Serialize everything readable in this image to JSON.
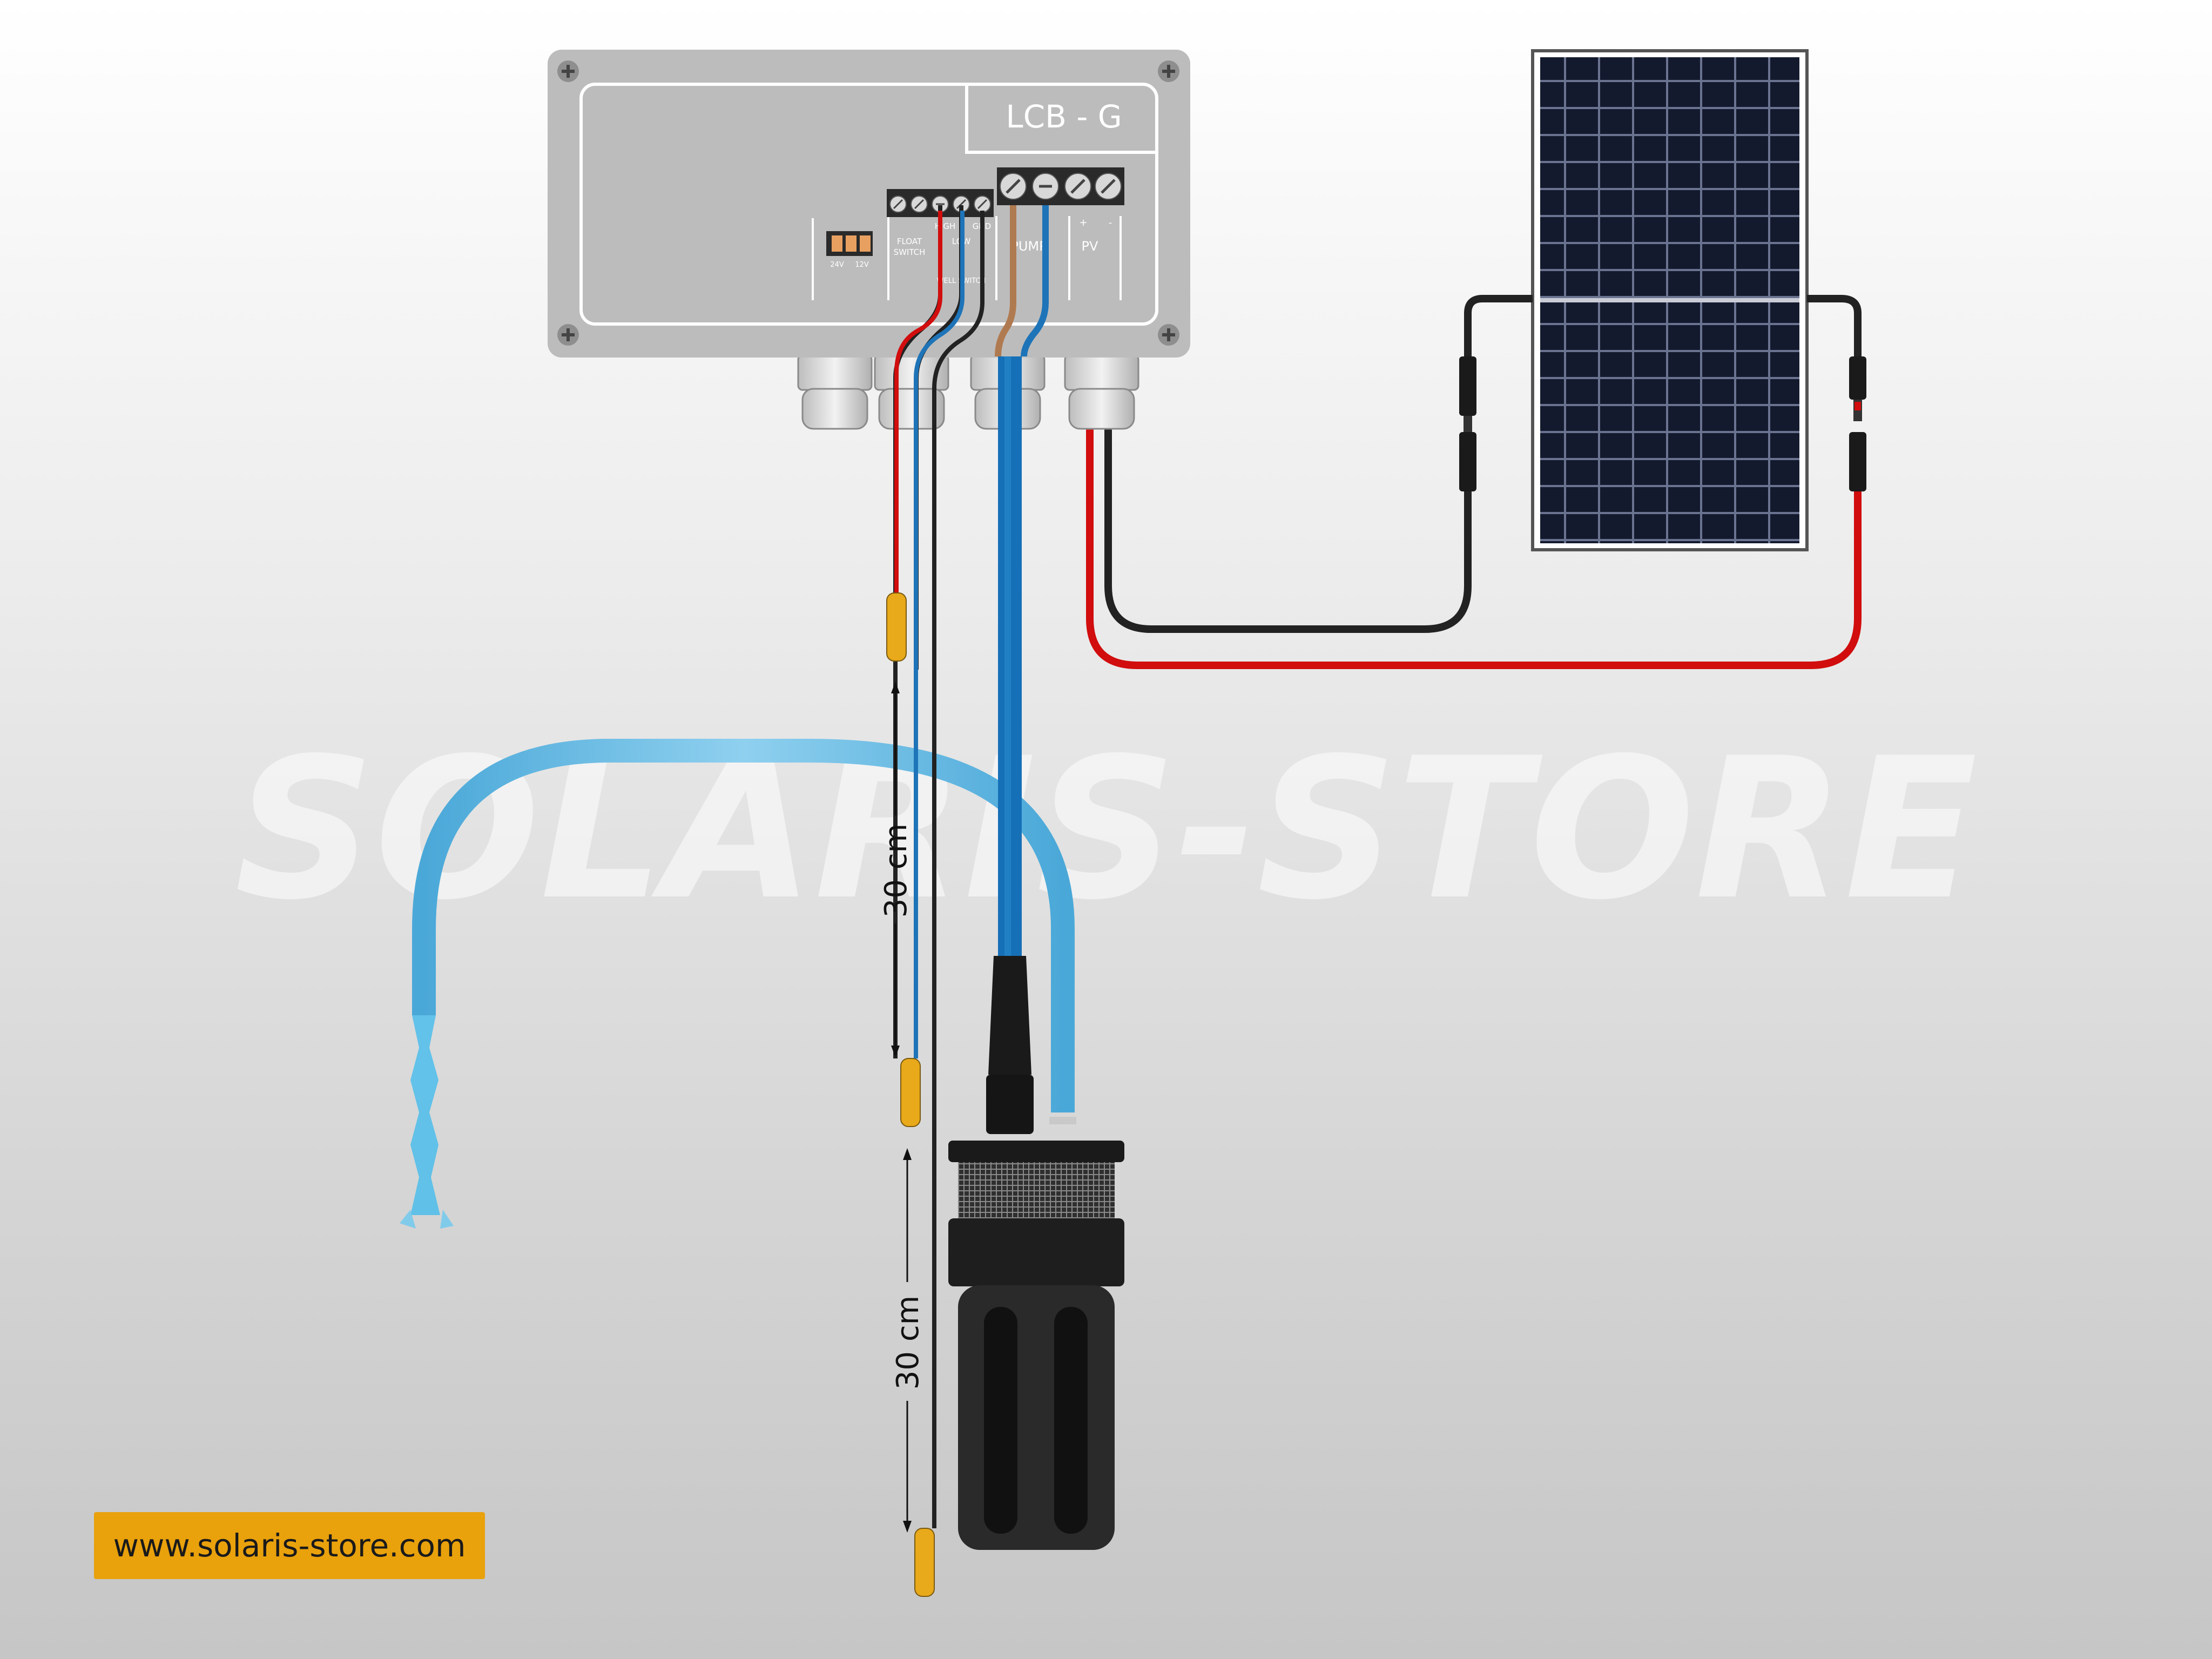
{
  "watermark": "SOLARIS-STORE",
  "controller": {
    "model": "LCB - G",
    "dip_switch": {
      "left": "24V",
      "right": "12V"
    },
    "terminals": {
      "float_switch": "FLOAT\nSWITCH",
      "high": "HIGH",
      "gnd": "GND",
      "low": "LOW",
      "well_switch": "WELL SWITCH",
      "pump": "PUMP",
      "pv": "PV",
      "plus": "+",
      "minus": "-"
    }
  },
  "dimensions": {
    "upper": "30 cm",
    "lower": "30 cm"
  },
  "website": "www.solaris-store.com",
  "colors": {
    "red_wire": "#d10d0d",
    "blue_wire": "#1e74b8",
    "black_wire": "#222222",
    "brown_wire": "#b07a50",
    "pump_cable": "#1670b8",
    "hose": "#6cbde6",
    "float": "#e8a91a",
    "box": "#bebebe",
    "badge": "#e9a10c"
  }
}
